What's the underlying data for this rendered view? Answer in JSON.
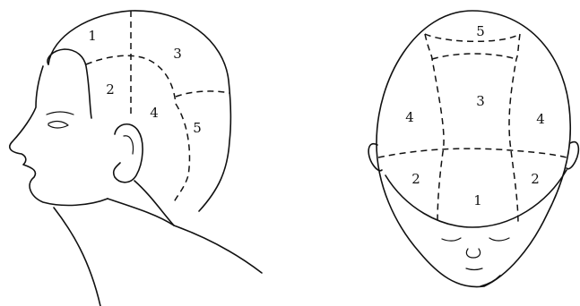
{
  "side_view": {
    "regions": [
      {
        "id": "region-1",
        "label": "1"
      },
      {
        "id": "region-2",
        "label": "2"
      },
      {
        "id": "region-3",
        "label": "3"
      },
      {
        "id": "region-4",
        "label": "4"
      },
      {
        "id": "region-5",
        "label": "5"
      }
    ]
  },
  "top_view": {
    "regions": [
      {
        "id": "region-5",
        "label": "5"
      },
      {
        "id": "region-3",
        "label": "3"
      },
      {
        "id": "region-4-left",
        "label": "4"
      },
      {
        "id": "region-4-right",
        "label": "4"
      },
      {
        "id": "region-2-left",
        "label": "2"
      },
      {
        "id": "region-2-right",
        "label": "2"
      },
      {
        "id": "region-1",
        "label": "1"
      }
    ]
  }
}
